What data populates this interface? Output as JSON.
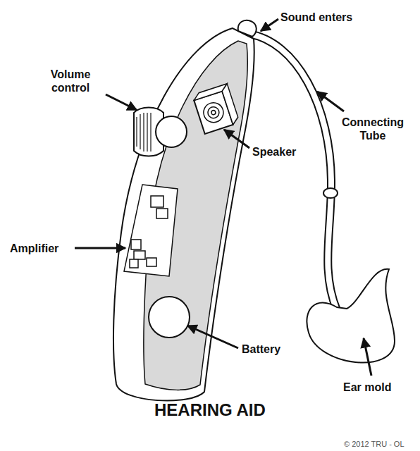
{
  "diagram": {
    "title": "HEARING AID",
    "labels": [
      "Sound enters",
      "Volume control",
      "Connecting Tube",
      "Speaker",
      "Amplifier",
      "Battery",
      "Ear mold",
      "© 2012 TRU - OL"
    ]
  }
}
